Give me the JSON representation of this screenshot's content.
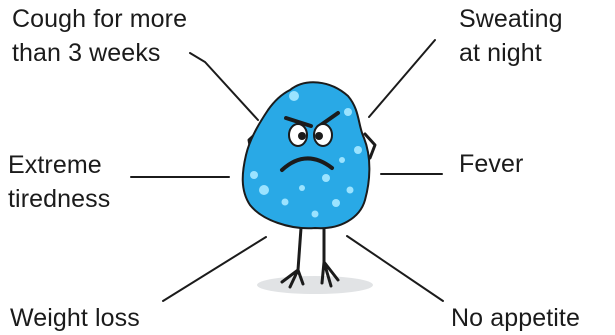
{
  "symptoms": {
    "cough": [
      "Cough for more",
      "than 3 weeks"
    ],
    "sweating": [
      "Sweating",
      "at night"
    ],
    "tiredness": [
      "Extreme",
      "tiredness"
    ],
    "fever": "Fever",
    "weight_loss": "Weight loss",
    "appetite": "No appetite"
  },
  "colors": {
    "text": "#1b1b1b",
    "lines": "#1b1b1b",
    "germ_body": "#29a9e6",
    "germ_highlight": "#9be3ff",
    "germ_outline": "#1b1b1b"
  }
}
